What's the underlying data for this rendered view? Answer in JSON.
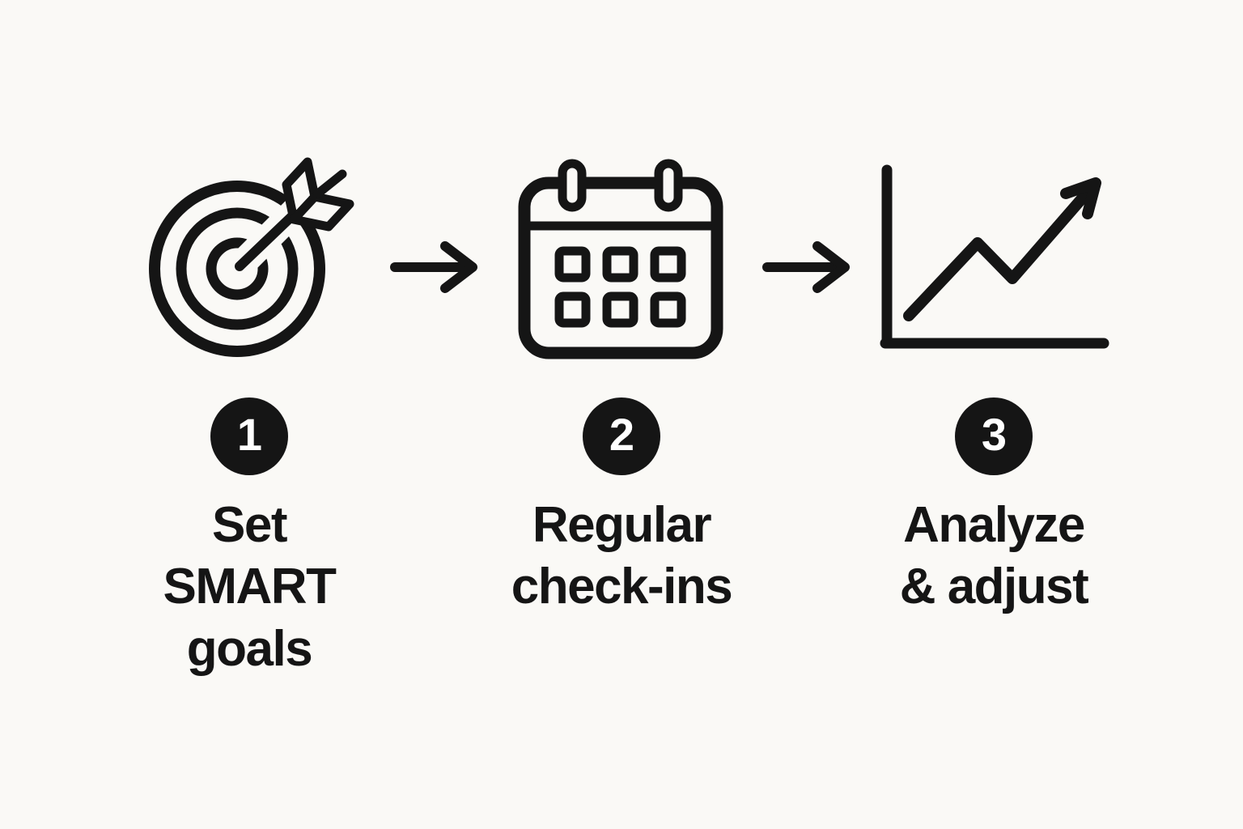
{
  "page": {
    "background_color": "#faf9f6",
    "ink_color": "#151515",
    "badge_text_color": "#ffffff"
  },
  "steps": [
    {
      "number": "1",
      "label": "Set\nSMART\ngoals",
      "icon": "target-icon"
    },
    {
      "number": "2",
      "label": "Regular\ncheck-ins",
      "icon": "calendar-icon"
    },
    {
      "number": "3",
      "label": "Analyze\n& adjust",
      "icon": "line-chart-icon"
    }
  ],
  "connectors": [
    {
      "icon": "arrow-right-icon"
    },
    {
      "icon": "arrow-right-icon"
    }
  ]
}
